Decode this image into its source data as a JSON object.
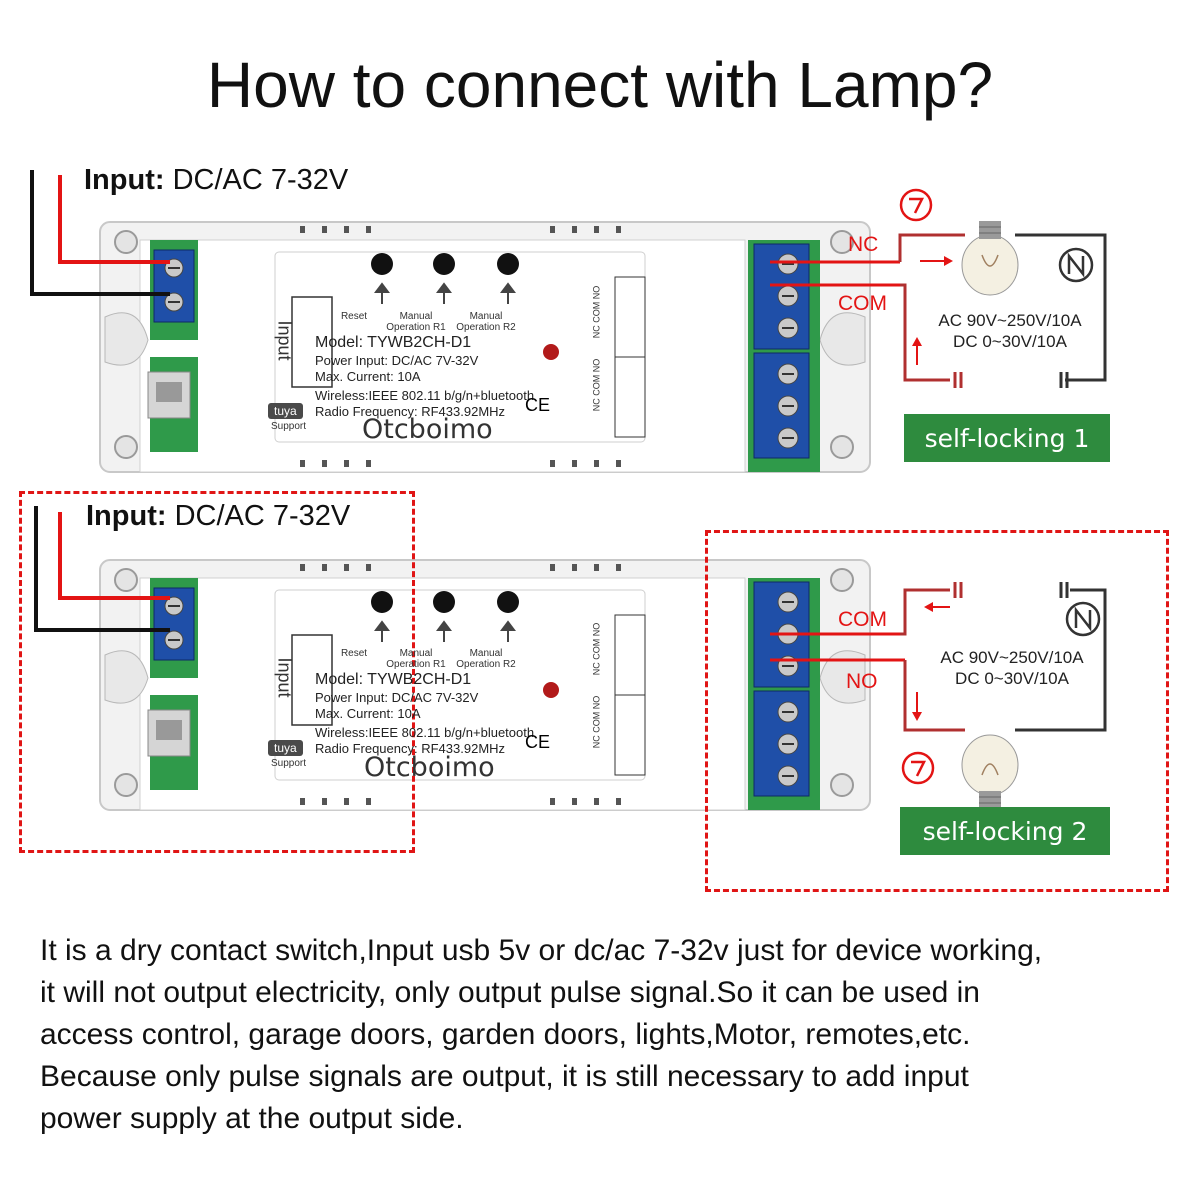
{
  "title": "How to connect with Lamp?",
  "devices": [
    {
      "input_label_bold": "Input:",
      "input_label_value": "DC/AC 7-32V",
      "buttons": [
        "Reset",
        "Manual Operation R1",
        "Manual Operation R2"
      ],
      "side_label": "Input",
      "model": "Model:  TYWB2CH-D1",
      "power_input": "Power Input:  DC/AC 7V-32V",
      "max_current": "Max. Current:  10A",
      "wireless": "Wireless:IEEE 802.11 b/g/n+bluetooth",
      "radio": "Radio Frequency:  RF433.92MHz",
      "tuya": "tuya",
      "support": "Support",
      "brand": "Otcboimo",
      "ce": "CE",
      "relay_cols": [
        "NC  COM  NO",
        "NC  COM  NO"
      ]
    },
    {
      "input_label_bold": "Input:",
      "input_label_value": "DC/AC 7-32V",
      "buttons": [
        "Reset",
        "Manual Operation R1",
        "Manual Operation R2"
      ],
      "side_label": "Input",
      "model": "Model:  TYWB2CH-D1",
      "power_input": "Power Input:  DC/AC 7V-32V",
      "max_current": "Max. Current:  10A",
      "wireless": "Wireless:IEEE 802.11 b/g/n+bluetooth",
      "radio": "Radio Frequency:  RF433.92MHz",
      "tuya": "tuya",
      "support": "Support",
      "brand": "Otcboimo",
      "ce": "CE",
      "relay_cols": [
        "NC  COM  NO",
        "NC  COM  NO"
      ]
    }
  ],
  "circuit_1": {
    "label_top": "NC",
    "label_bottom": "COM",
    "spec_ac": "AC 90V~250V/10A",
    "spec_dc": "DC 0~30V/10A",
    "badge": "self-locking 1"
  },
  "circuit_2": {
    "label_top": "COM",
    "label_bottom": "NO",
    "spec_ac": "AC 90V~250V/10A",
    "spec_dc": "DC 0~30V/10A",
    "badge": "self-locking 2"
  },
  "description": [
    "It is a dry contact switch,Input usb 5v or dc/ac 7-32v just for device working,",
    "it will not output electricity, only output pulse signal.So it can be used in",
    "access control, garage doors, garden doors, lights,Motor, remotes,etc.",
    "Because only pulse signals are output, it is still necessary to add input",
    "power supply at the output side."
  ],
  "colors": {
    "wire_red": "#e31414",
    "badge_green": "#2e8b3e",
    "terminal_blue": "#1f4fa8",
    "dashed_red": "#e01515"
  }
}
